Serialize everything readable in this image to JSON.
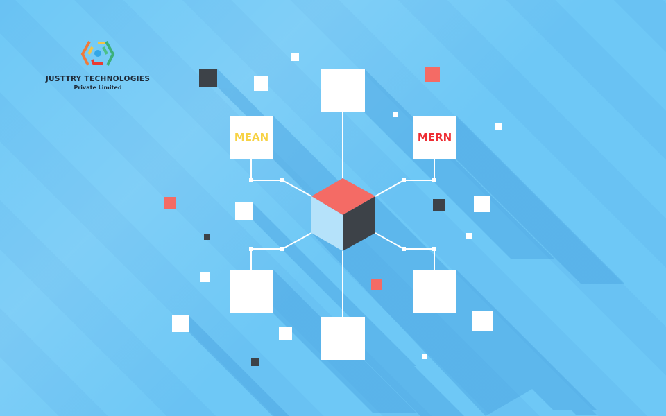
{
  "logo": {
    "title": "JUSTTRY TECHNOLOGIES",
    "subtitle": "Private Limited"
  },
  "nodes": {
    "left_top": "MEAN",
    "right_top": "MERN"
  },
  "colors": {
    "background": "#6ec8f6",
    "accent_red": "#f46b65",
    "dark": "#3d4248",
    "mean_text": "#f7d244",
    "mern_text": "#ee2e34"
  }
}
